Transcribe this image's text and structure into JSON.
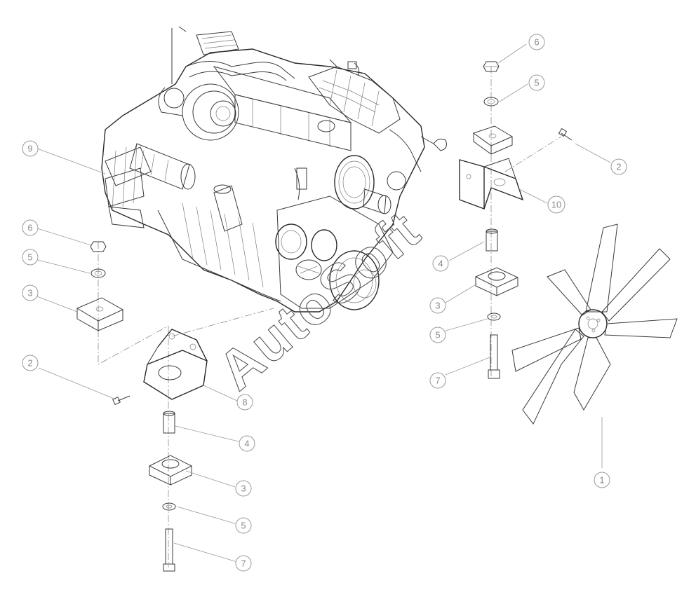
{
  "watermark": "AutoSoft",
  "callouts": [
    {
      "id": "c1",
      "label": "1"
    },
    {
      "id": "c2a",
      "label": "2"
    },
    {
      "id": "c2b",
      "label": "2"
    },
    {
      "id": "c3a",
      "label": "3"
    },
    {
      "id": "c3b",
      "label": "3"
    },
    {
      "id": "c3c",
      "label": "3"
    },
    {
      "id": "c4a",
      "label": "4"
    },
    {
      "id": "c4b",
      "label": "4"
    },
    {
      "id": "c5a",
      "label": "5"
    },
    {
      "id": "c5b",
      "label": "5"
    },
    {
      "id": "c5c",
      "label": "5"
    },
    {
      "id": "c5d",
      "label": "5"
    },
    {
      "id": "c6a",
      "label": "6"
    },
    {
      "id": "c6b",
      "label": "6"
    },
    {
      "id": "c7a",
      "label": "7"
    },
    {
      "id": "c7b",
      "label": "7"
    },
    {
      "id": "c8",
      "label": "8"
    },
    {
      "id": "c9",
      "label": "9"
    },
    {
      "id": "c10",
      "label": "10"
    }
  ]
}
